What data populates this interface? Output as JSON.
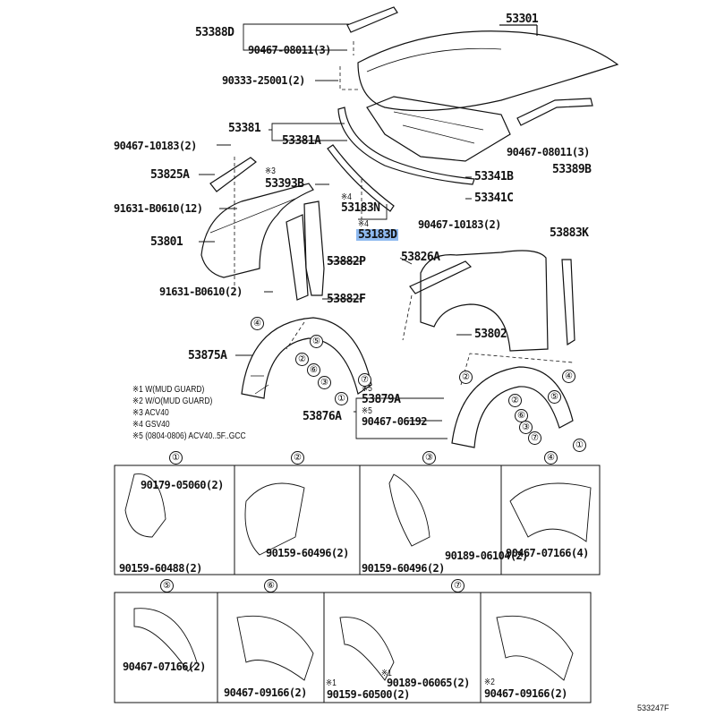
{
  "labels": {
    "l53388D": "53388D",
    "l90467_08011_a": "90467-08011(3)",
    "l90333": "90333-25001(2)",
    "l53301": "53301",
    "l53381": "53381",
    "l53381A": "53381A",
    "l90467_10183_a": "90467-10183(2)",
    "l53825A": "53825A",
    "n3": "※3",
    "l53393B": "53393B",
    "n4a": "※4",
    "l53183N": "53183N",
    "l91631_12": "91631-B0610(12)",
    "n4b": "※4",
    "l53183D": "53183D",
    "l53341B": "53341B",
    "l53341C": "53341C",
    "l90467_08011_b": "90467-08011(3)",
    "l53389B": "53389B",
    "l90467_10183_b": "90467-10183(2)",
    "l53883K": "53883K",
    "l53801": "53801",
    "l53882P": "53882P",
    "l53826A": "53826A",
    "l91631_2": "91631-B0610(2)",
    "l53882F": "53882F",
    "l53875A": "53875A",
    "l53802": "53802",
    "n5a": "※5",
    "l53879A": "53879A",
    "n5b": "※5",
    "l53876A": "53876A",
    "l90467_06192": "90467-06192"
  },
  "legend": [
    "※1 W(MUD GUARD)",
    "※2 W/O(MUD GUARD)",
    "※3 ACV40",
    "※4 GSV40",
    "※5 (0804-0806) ACV40..5F..GCC"
  ],
  "detail_row1": {
    "numbers": [
      "①",
      "②",
      "③",
      "④"
    ],
    "p1a": "90179-05060(2)",
    "p1b": "90159-60488(2)",
    "p2a": "90159-60496(2)",
    "p3a": "90189-06104(2)",
    "p3b": "90159-60496(2)",
    "p4a": "90467-07166(4)"
  },
  "detail_row2": {
    "numbers": [
      "⑤",
      "⑥",
      "⑦"
    ],
    "p5a": "90467-07166(2)",
    "p6a": "90467-09166(2)",
    "p7n1a": "※1",
    "p7a": "90189-06065(2)",
    "p7n1b": "※1",
    "p7b": "90159-60500(2)",
    "p8n2": "※2",
    "p8a": "90467-09166(2)"
  },
  "callouts": [
    "④",
    "⑤",
    "②",
    "⑥",
    "③",
    "⑦",
    "①",
    "②",
    "②",
    "⑥",
    "③",
    "⑦",
    "④",
    "⑤",
    "①"
  ],
  "figure_code": "533247F",
  "highlight_color": "#8fbaf0"
}
